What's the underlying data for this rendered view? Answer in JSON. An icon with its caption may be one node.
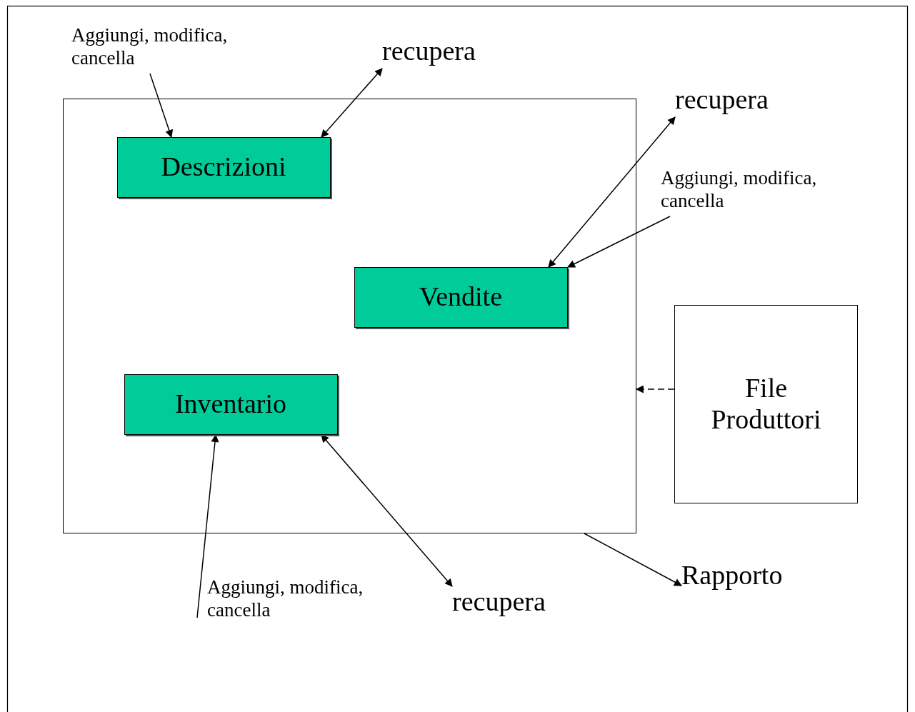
{
  "diagram": {
    "nodes": [
      {
        "text": [],
        "shape": "box"
      },
      {
        "text": [
          "Descrizioni"
        ],
        "in": 0
      },
      {
        "text": [
          "Vendite"
        ],
        "in": 0
      },
      {
        "text": [
          "Inventario"
        ],
        "in": 0
      },
      {
        "text": [
          "File Produttori"
        ]
      },
      {
        "text": [
          "Aggiungi, modifica, cancella"
        ]
      },
      {
        "text": [
          "recupera"
        ]
      },
      {
        "text": [
          "recupera"
        ]
      },
      {
        "text": [
          "Aggiungi, modifica, cancella"
        ]
      },
      {
        "text": [
          "Aggiungi, modifica, cancella"
        ]
      },
      {
        "text": [
          "recupera"
        ]
      },
      {
        "text": [
          "Rapporto"
        ]
      }
    ],
    "edges": [
      {
        "from": 5,
        "to": 1,
        "arrow": "to"
      },
      {
        "from": 1,
        "to": 6,
        "arrow": "both"
      },
      {
        "from": 2,
        "to": 7,
        "arrow": "both"
      },
      {
        "from": 8,
        "to": 2,
        "arrow": "to"
      },
      {
        "from": 9,
        "to": 3,
        "arrow": "to"
      },
      {
        "from": 3,
        "to": 10,
        "arrow": "both"
      },
      {
        "from": 4,
        "to": 0,
        "arrow": "to",
        "style": "dashed"
      },
      {
        "from": 0,
        "to": 11,
        "arrow": "to"
      }
    ]
  }
}
